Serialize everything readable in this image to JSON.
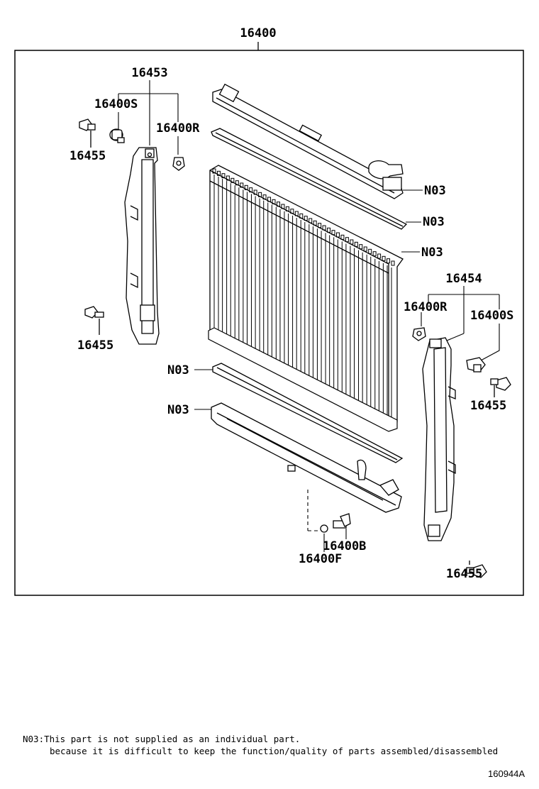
{
  "diagram": {
    "labels": {
      "assembly": "16400",
      "support_left": "16453",
      "support_right": "16454",
      "cushion_s_left": "16400S",
      "cushion_r_left": "16400R",
      "bolt_left_top": "16455",
      "bolt_left_bottom": "16455",
      "n03_upper_tank": "N03",
      "n03_upper_gasket": "N03",
      "n03_core": "N03",
      "n03_lower_gasket": "N03",
      "n03_lower_tank": "N03",
      "cushion_r_right": "16400R",
      "cushion_s_right": "16400S",
      "bolt_right_top": "16455",
      "bolt_right_bottom": "16455",
      "drain_cock": "16400B",
      "drain_o_ring": "16400F"
    },
    "note": {
      "line1": "N03:This part is not supplied as an individual part.",
      "line2": "because it is difficult to keep the function/quality of parts assembled/disassembled"
    },
    "figure_id": "160944A"
  }
}
